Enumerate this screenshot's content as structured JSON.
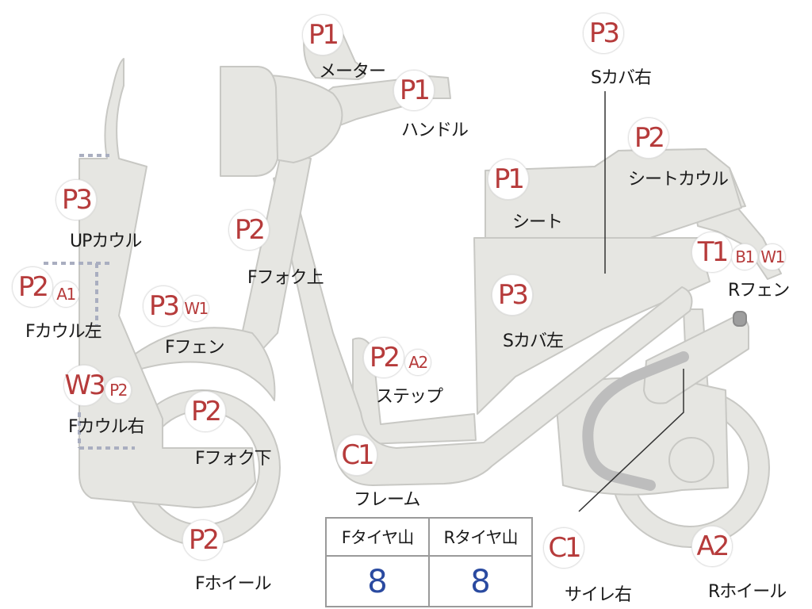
{
  "colors": {
    "part_fill": "#e6e6e2",
    "part_stroke": "#c8c8c4",
    "badge_text": "#b63b3b",
    "label_text": "#1a1a1a",
    "tread_value": "#2a4aa0",
    "exhaust_pipe": "#bdbdbd"
  },
  "parts": {
    "meter": {
      "codes": [
        "P1"
      ],
      "label": "メーター"
    },
    "handle": {
      "codes": [
        "P1"
      ],
      "label": "ハンドル"
    },
    "s_cover_r": {
      "codes": [
        "P3"
      ],
      "label": "Sカバ右"
    },
    "seat_cowl": {
      "codes": [
        "P2"
      ],
      "label": "シートカウル"
    },
    "seat": {
      "codes": [
        "P1"
      ],
      "label": "シート"
    },
    "up_cowl": {
      "codes": [
        "P3"
      ],
      "label": "UPカウル"
    },
    "f_fork_up": {
      "codes": [
        "P2"
      ],
      "label": "Fフォク上"
    },
    "r_fender": {
      "codes": [
        "T1",
        "B1",
        "W1"
      ],
      "label": "Rフェン"
    },
    "f_cowl_l": {
      "codes": [
        "P2",
        "A1"
      ],
      "label": "Fカウル左"
    },
    "f_fender": {
      "codes": [
        "P3",
        "W1"
      ],
      "label": "Fフェン"
    },
    "s_cover_l": {
      "codes": [
        "P3"
      ],
      "label": "Sカバ左"
    },
    "step": {
      "codes": [
        "P2",
        "A2"
      ],
      "label": "ステップ"
    },
    "f_cowl_r": {
      "codes": [
        "W3",
        "P2"
      ],
      "label": "Fカウル右"
    },
    "f_fork_down": {
      "codes": [
        "P2"
      ],
      "label": "Fフォク下"
    },
    "frame": {
      "codes": [
        "C1"
      ],
      "label": "フレーム"
    },
    "f_wheel": {
      "codes": [
        "P2"
      ],
      "label": "Fホイール"
    },
    "muffler_r": {
      "codes": [
        "C1"
      ],
      "label": "サイレ右"
    },
    "r_wheel": {
      "codes": [
        "A2"
      ],
      "label": "Rホイール"
    }
  },
  "tread": {
    "headers": [
      "Fタイヤ山",
      "Rタイヤ山"
    ],
    "values": [
      "8",
      "8"
    ]
  }
}
